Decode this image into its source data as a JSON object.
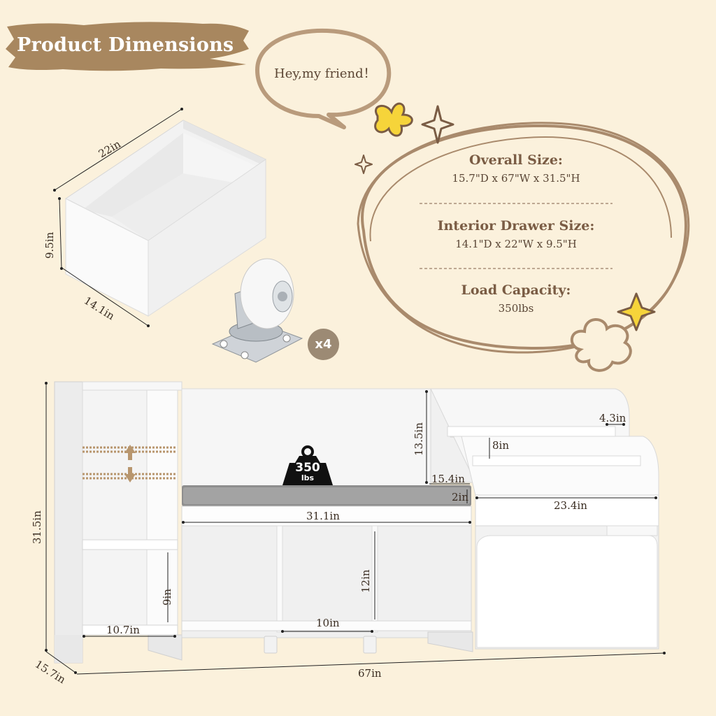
{
  "banner": {
    "title": "Product Dimensions"
  },
  "bubble": {
    "text": "Hey,my friend！"
  },
  "specs": [
    {
      "heading": "Overall Size:",
      "value": "15.7\"D x 67\"W x 31.5\"H"
    },
    {
      "heading": "Interior Drawer Size:",
      "value": "14.1\"D x 22\"W x 9.5\"H"
    },
    {
      "heading": "Load Capacity:",
      "value": "350lbs"
    }
  ],
  "drawer": {
    "width": "22in",
    "height": "9.5in",
    "depth": "14.1in"
  },
  "caster": {
    "count": "x4"
  },
  "weight": {
    "number": "350",
    "unit": "lbs"
  },
  "furniture": {
    "height": "31.5in",
    "depth": "15.7in",
    "width": "67in",
    "shelf_width": "10.7in",
    "shelf_height": "9in",
    "seat_width": "31.1in",
    "back_height": "13.5in",
    "seat_depth": "15.4in",
    "cushion": "2in",
    "cubby_width": "10in",
    "cubby_height": "12in",
    "rack_depth": "4.3in",
    "rack_height": "8in",
    "rack_width": "23.4in"
  },
  "colors": {
    "background": "#fbf1dc",
    "banner": "#a8875f",
    "outline": "#8a6a4e",
    "star": "#f6d43a"
  }
}
